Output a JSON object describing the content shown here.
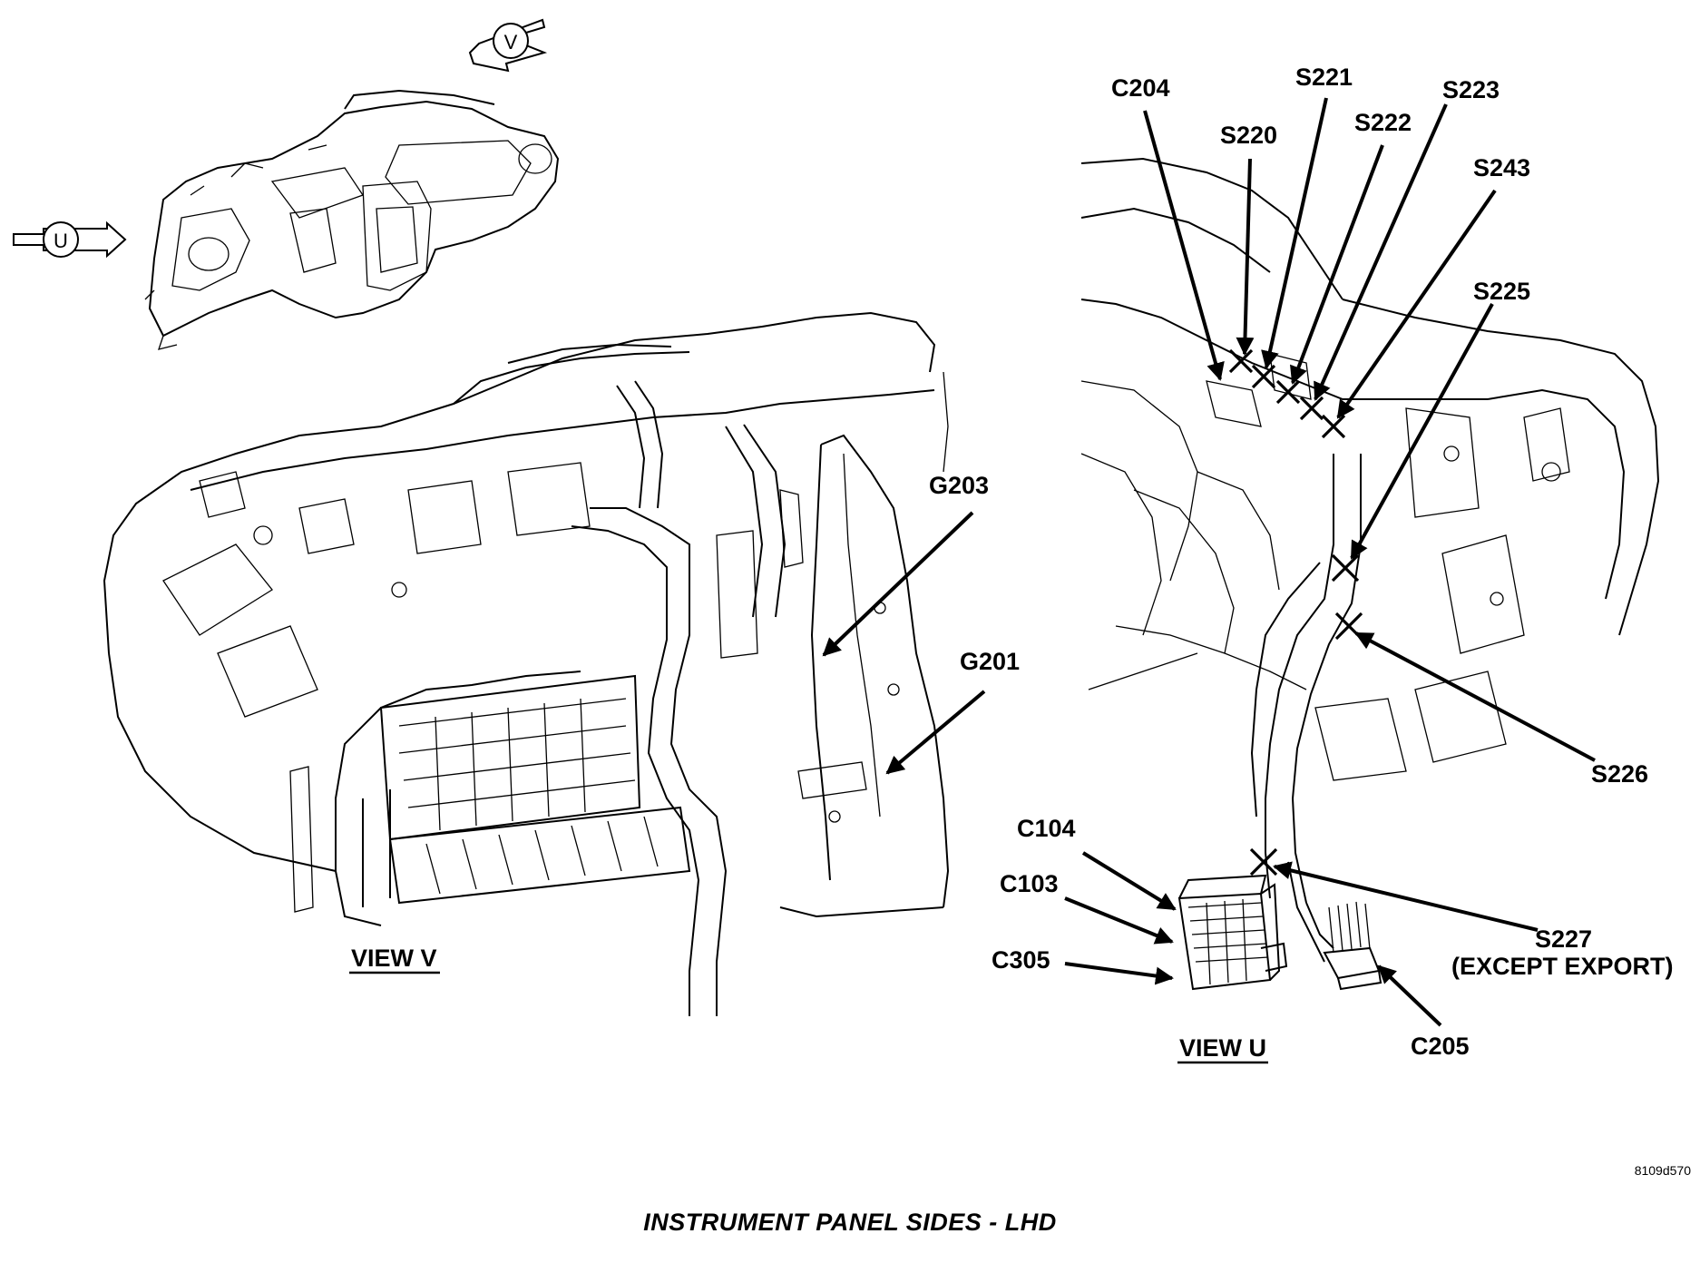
{
  "view_markers": {
    "u": "U",
    "v": "V"
  },
  "labels": {
    "c204": "C204",
    "s221": "S221",
    "s223": "S223",
    "s220": "S220",
    "s222": "S222",
    "s243": "S243",
    "s225": "S225",
    "g203": "G203",
    "g201": "G201",
    "s226": "S226",
    "c104": "C104",
    "c103": "C103",
    "c305": "C305",
    "s227": "S227",
    "s227_note": "(EXCEPT EXPORT)",
    "c205": "C205"
  },
  "views": {
    "view_v": "VIEW V",
    "view_u": "VIEW U"
  },
  "reference_code": "8109d570",
  "caption": "INSTRUMENT PANEL SIDES - LHD"
}
